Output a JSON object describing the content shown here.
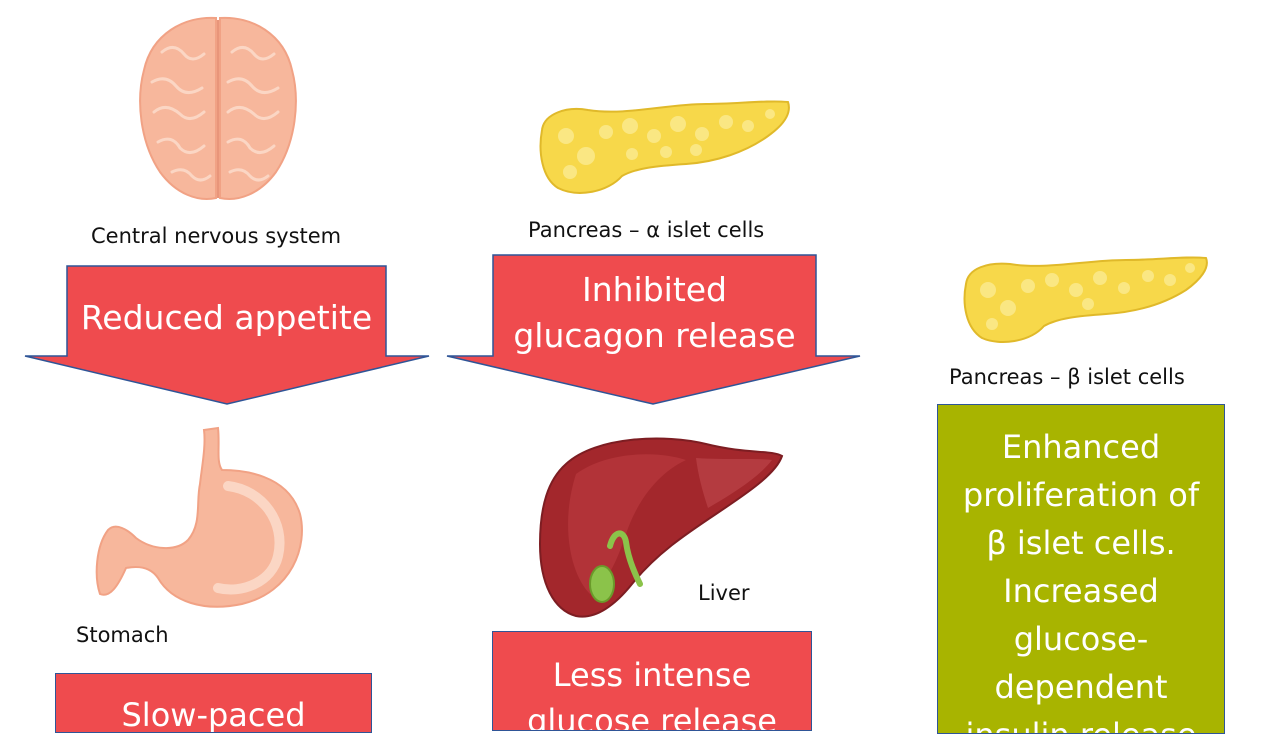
{
  "labels": {
    "cns": "Central nervous system",
    "alpha": "Pancreas – α islet cells",
    "beta": "Pancreas – β islet cells",
    "stomach": "Stomach",
    "liver": "Liver"
  },
  "boxes": {
    "appetite": "Reduced appetite",
    "glucagon_line1": "Inhibited",
    "glucagon_line2": "glucagon release",
    "glucose_line1": "Less intense",
    "glucose_line2": "glucose release",
    "gastric_line1": "Slow-paced",
    "beta_lines": [
      "Enhanced",
      "proliferation of",
      "β islet cells.",
      "Increased",
      "glucose-",
      "dependent",
      "insulin release"
    ]
  },
  "colors": {
    "arrow_red": "#ef4b4e",
    "box_green": "#a8b400",
    "outline_blue": "#2f5597"
  },
  "icons": {
    "brain": "brain-illustration",
    "pancreas": "pancreas-illustration",
    "stomach": "stomach-illustration",
    "liver": "liver-illustration"
  }
}
